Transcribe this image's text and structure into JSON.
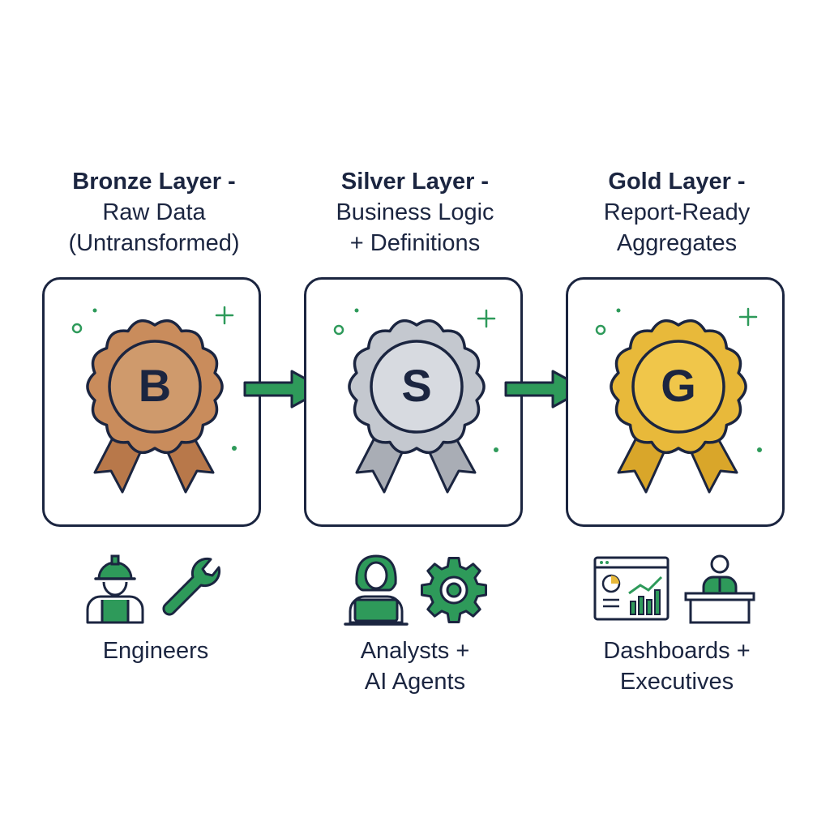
{
  "layers": [
    {
      "id": "bronze",
      "title_lines": [
        "Bronze Layer -",
        "Raw Data",
        "(Untransformed)"
      ],
      "badge_letter": "B",
      "colors": {
        "fill": "#c98c5c",
        "inner": "#cf9a6c",
        "stroke": "#1b2540",
        "ribbon": "#b8784a"
      },
      "audience_lines": [
        "Engineers"
      ],
      "icons": [
        "engineer-icon",
        "wrench-icon"
      ]
    },
    {
      "id": "silver",
      "title_lines": [
        "Silver Layer -",
        "Business Logic",
        "+ Definitions"
      ],
      "badge_letter": "S",
      "colors": {
        "fill": "#c4c8cf",
        "inner": "#d7dae0",
        "stroke": "#1b2540",
        "ribbon": "#a9adb5"
      },
      "audience_lines": [
        "Analysts +",
        "AI Agents"
      ],
      "icons": [
        "analyst-laptop-icon",
        "gear-icon"
      ]
    },
    {
      "id": "gold",
      "title_lines": [
        "Gold Layer -",
        "Report-Ready",
        "Aggregates"
      ],
      "badge_letter": "G",
      "colors": {
        "fill": "#e8b93a",
        "inner": "#f0c64a",
        "stroke": "#1b2540",
        "ribbon": "#d9a62a"
      },
      "audience_lines": [
        "Dashboards +",
        "Executives"
      ],
      "icons": [
        "dashboard-chart-icon",
        "executive-desk-icon"
      ]
    }
  ],
  "accent_color": "#2e9a5a",
  "outline_color": "#1b2540"
}
